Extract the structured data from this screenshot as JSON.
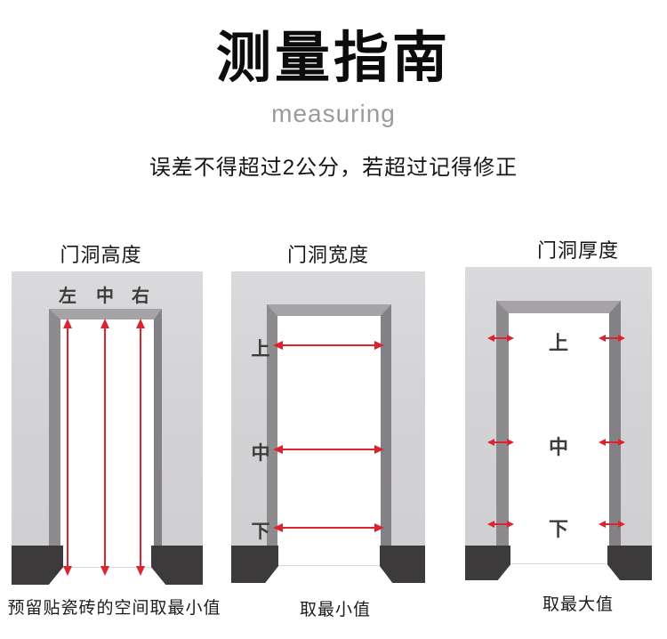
{
  "header": {
    "title": "测量指南",
    "subtitle": "measuring",
    "tagline": "误差不得超过2公分，若超过记得修正"
  },
  "diagrams": [
    {
      "title": "门洞高度",
      "labels": [
        "左",
        "中",
        "右"
      ],
      "caption": "预留贴瓷砖的空间取最小值"
    },
    {
      "title": "门洞宽度",
      "labels": [
        "上",
        "中",
        "下"
      ],
      "caption": "取最小值"
    },
    {
      "title": "门洞厚度",
      "labels": [
        "上",
        "中",
        "下"
      ],
      "caption": "取最大值"
    }
  ],
  "colors": {
    "wall": "#d3d2d4",
    "bevel_top": "#a5a3a6",
    "bevel_left": "#8d8b8e",
    "bevel_right": "#838185",
    "base_block": "#3d3a3c",
    "arrow_red": "#dc2430",
    "subtitle_gray": "#9b9b9b",
    "floor_line": "#d8d7d9",
    "label_dark": "#3c3c3c"
  }
}
